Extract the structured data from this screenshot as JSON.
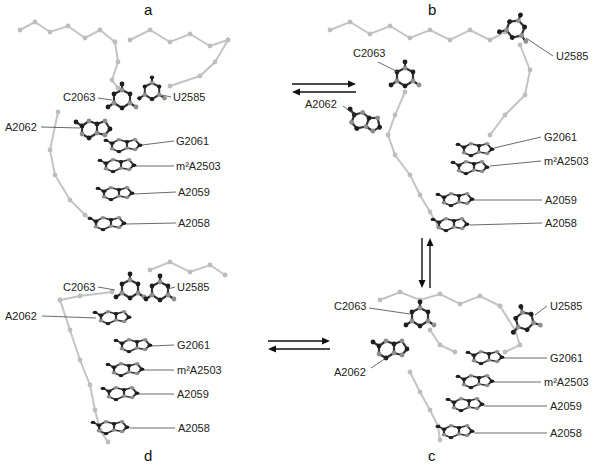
{
  "diagram": {
    "nodes": [
      {
        "text": [
          "a"
        ]
      },
      {
        "text": [
          "b"
        ]
      },
      {
        "text": [
          "d"
        ]
      },
      {
        "text": [
          "c"
        ]
      }
    ],
    "edges": [
      {
        "from": 0,
        "to": 1,
        "arrow": "both"
      },
      {
        "from": 1,
        "to": 3,
        "arrow": "both"
      },
      {
        "from": 2,
        "to": 3,
        "arrow": "both"
      }
    ],
    "labels": [
      "C2063",
      "U2585",
      "A2062",
      "G2061",
      "m²A2503",
      "A2059",
      "A2058",
      "C2063",
      "U2585",
      "A2062",
      "G2061",
      "m²A2503",
      "A2059",
      "A2058",
      "C2063",
      "U2585",
      "A2062",
      "G2061",
      "m²A2503",
      "A2059",
      "A2058",
      "C2063",
      "U2585",
      "A2062",
      "G2061",
      "m²A2503",
      "A2059",
      "A2058"
    ]
  }
}
